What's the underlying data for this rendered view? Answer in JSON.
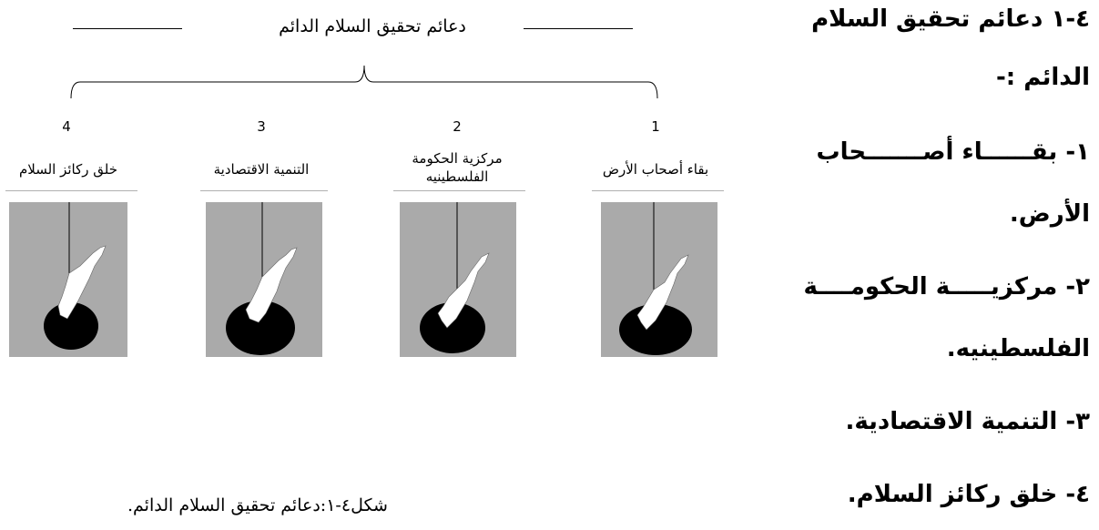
{
  "text_column": {
    "heading_line1": "٤-١ دعائم تحقيق السلام",
    "heading_line2": "الدائم :-",
    "item1_line1": "١- بقــــــاء أصـــــــحاب",
    "item1_line2": "الأرض.",
    "item2_line1": "٢- مركزيـــــة الحكومــــة",
    "item2_line2": "الفلسطينيه.",
    "item3": "٣- التنمية الاقتصادية.",
    "item4": "٤- خلق ركائز السلام."
  },
  "diagram": {
    "title": "دعائم تحقيق السلام الدائم",
    "columns": [
      {
        "number": "1",
        "label": "بقاء أصحاب الأرض"
      },
      {
        "number": "2",
        "label": "مركزية الحكومة الفلسطينيه"
      },
      {
        "number": "3",
        "label": "التنمية الاقتصادية"
      },
      {
        "number": "4",
        "label": "خلق ركائز السلام"
      }
    ],
    "panel_color": "#aaaaaa"
  },
  "caption": "شكل٤-١:دعائم تحقيق السلام الدائم."
}
